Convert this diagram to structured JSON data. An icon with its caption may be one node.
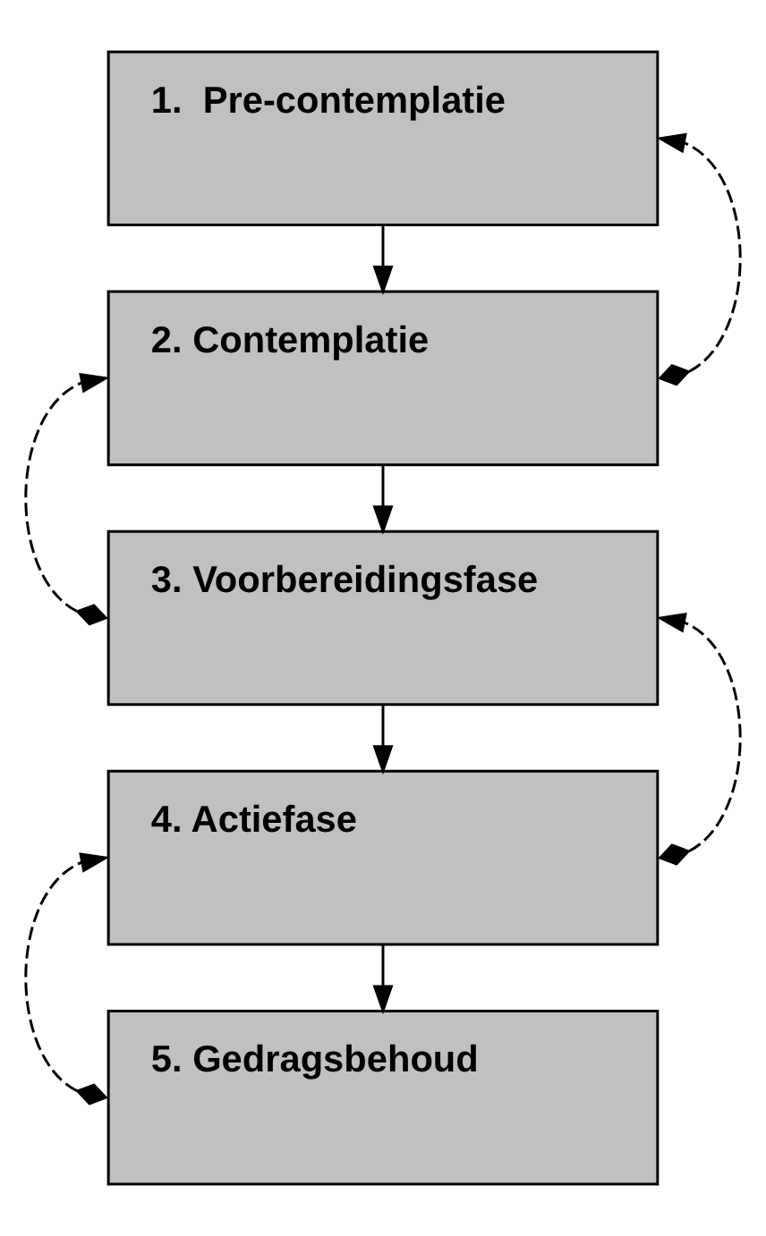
{
  "diagram": {
    "nodes": [
      {
        "text": [
          "1.  Pre-contemplatie"
        ]
      },
      {
        "text": [
          "2. Contemplatie"
        ]
      },
      {
        "text": [
          "3. Voorbereidingsfase"
        ]
      },
      {
        "text": [
          "4. Actiefase"
        ]
      },
      {
        "text": [
          "5. Gedragsbehoud"
        ]
      }
    ],
    "edges": [
      {
        "from": 0,
        "to": 1,
        "arrow": "to"
      },
      {
        "from": 1,
        "to": 2,
        "arrow": "to"
      },
      {
        "from": 2,
        "to": 3,
        "arrow": "to"
      },
      {
        "from": 3,
        "to": 4,
        "arrow": "to"
      },
      {
        "from": 1,
        "to": 0,
        "arrow": "both",
        "style": "dashed"
      },
      {
        "from": 2,
        "to": 1,
        "arrow": "both",
        "style": "dashed"
      },
      {
        "from": 3,
        "to": 2,
        "arrow": "both",
        "style": "dashed"
      },
      {
        "from": 4,
        "to": 3,
        "arrow": "both",
        "style": "dashed"
      }
    ]
  }
}
